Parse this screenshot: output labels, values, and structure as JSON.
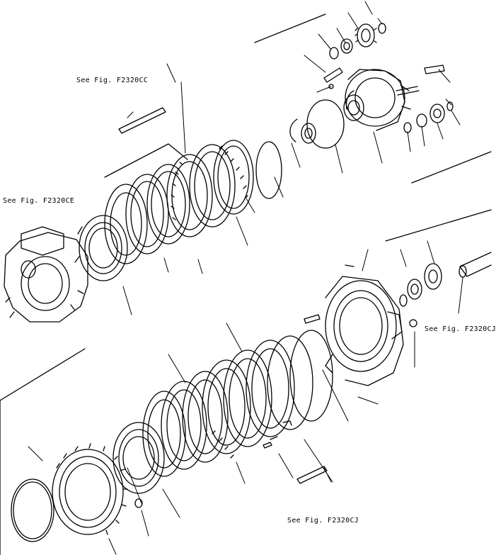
{
  "references": [
    {
      "id": "ref-top",
      "text": "See Fig. F2320CC"
    },
    {
      "id": "ref-left",
      "text": "See Fig. F2320CE"
    },
    {
      "id": "ref-right",
      "text": "See Fig. F2320CJ"
    },
    {
      "id": "ref-bottom",
      "text": "See Fig. F2320CJ"
    }
  ],
  "colors": {
    "ink": "#000000",
    "paper": "#ffffff"
  }
}
